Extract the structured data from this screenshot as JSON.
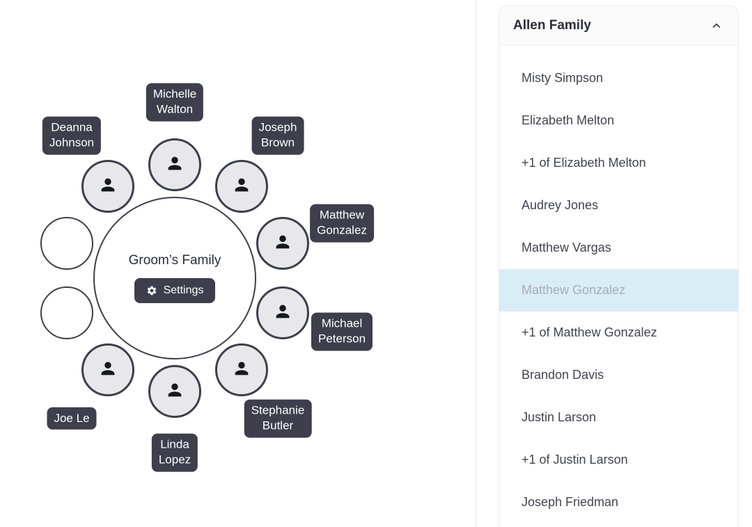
{
  "table": {
    "name": "Groom’s Family",
    "settings_label": "Settings",
    "seats": [
      {
        "guest": "Michelle Walton",
        "occupied": true
      },
      {
        "guest": "Joseph Brown",
        "occupied": true
      },
      {
        "guest": "Matthew Gonzalez",
        "occupied": true
      },
      {
        "guest": "Michael Peterson",
        "occupied": true
      },
      {
        "guest": "Stephanie Butler",
        "occupied": true
      },
      {
        "guest": "Linda Lopez",
        "occupied": true
      },
      {
        "guest": "Joe Le",
        "occupied": true
      },
      {
        "guest": "",
        "occupied": false
      },
      {
        "guest": "",
        "occupied": false
      },
      {
        "guest": "Deanna Johnson",
        "occupied": true
      }
    ]
  },
  "sidebar": {
    "group_title": "Allen Family",
    "items": [
      {
        "label": "Misty Simpson",
        "assigned": false
      },
      {
        "label": "Elizabeth Melton",
        "assigned": false
      },
      {
        "label": "+1 of Elizabeth Melton",
        "assigned": false
      },
      {
        "label": "Audrey Jones",
        "assigned": false
      },
      {
        "label": "Matthew Vargas",
        "assigned": false
      },
      {
        "label": "Matthew Gonzalez",
        "assigned": true
      },
      {
        "label": "+1 of Matthew Gonzalez",
        "assigned": false
      },
      {
        "label": "Brandon Davis",
        "assigned": false
      },
      {
        "label": "Justin Larson",
        "assigned": false
      },
      {
        "label": "+1 of Justin Larson",
        "assigned": false
      },
      {
        "label": "Joseph Friedman",
        "assigned": false
      }
    ]
  },
  "colors": {
    "label_bg": "#3e3e4c",
    "seat_fill": "#e8e8ea",
    "assigned_row_bg": "#d9edf4",
    "assigned_row_text": "#a6adb6"
  }
}
